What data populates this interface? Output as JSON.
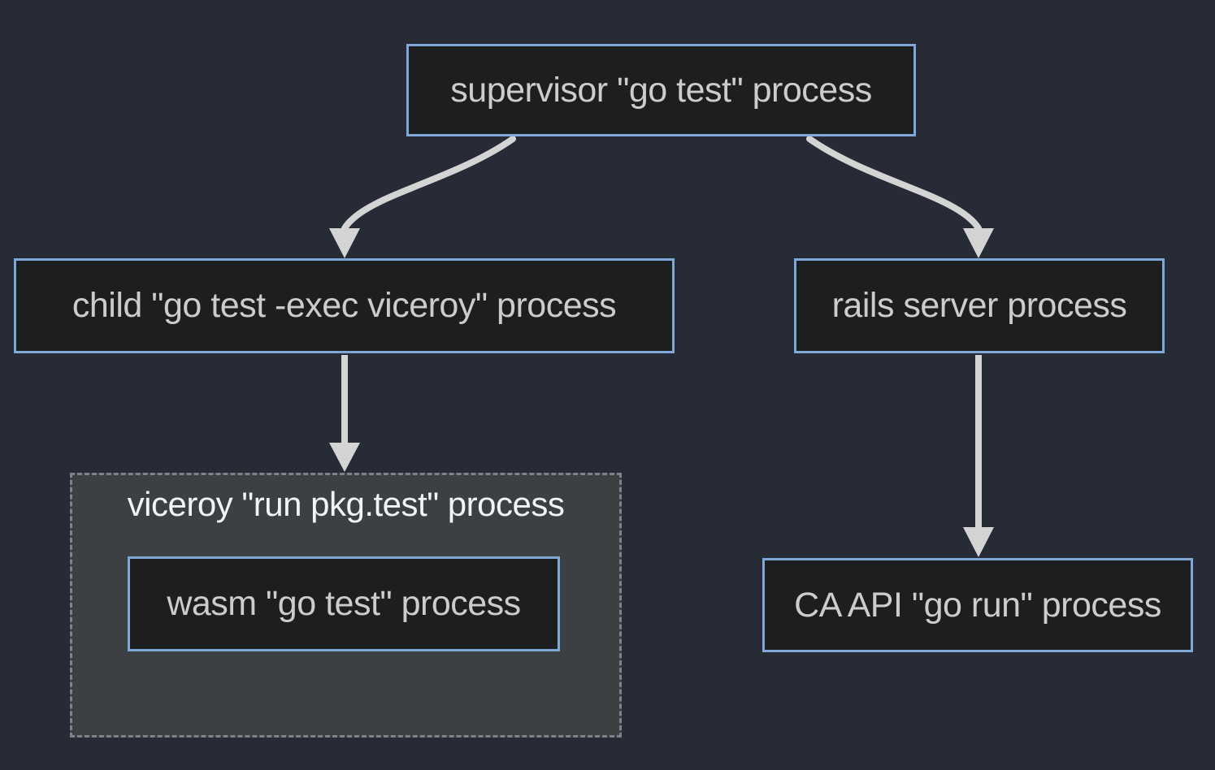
{
  "diagram": {
    "background_color": "#262B36",
    "node_fill": "#1D1E20",
    "node_border_color": "#7FA8D8",
    "group_fill": "#3C4043",
    "group_border_color": "#7E838A",
    "arrow_color": "#D4D4D4",
    "nodes": {
      "supervisor": {
        "label": "supervisor \"go test\" process"
      },
      "child": {
        "label": "child \"go test -exec viceroy\" process"
      },
      "rails": {
        "label": "rails server process"
      },
      "viceroy_group": {
        "label": "viceroy \"run pkg.test\" process"
      },
      "wasm": {
        "label": "wasm \"go test\" process"
      },
      "ca_api": {
        "label": "CA API \"go run\" process"
      }
    },
    "edges": [
      {
        "from": "supervisor",
        "to": "child"
      },
      {
        "from": "supervisor",
        "to": "rails"
      },
      {
        "from": "child",
        "to": "viceroy_group"
      },
      {
        "from": "rails",
        "to": "ca_api"
      }
    ]
  }
}
